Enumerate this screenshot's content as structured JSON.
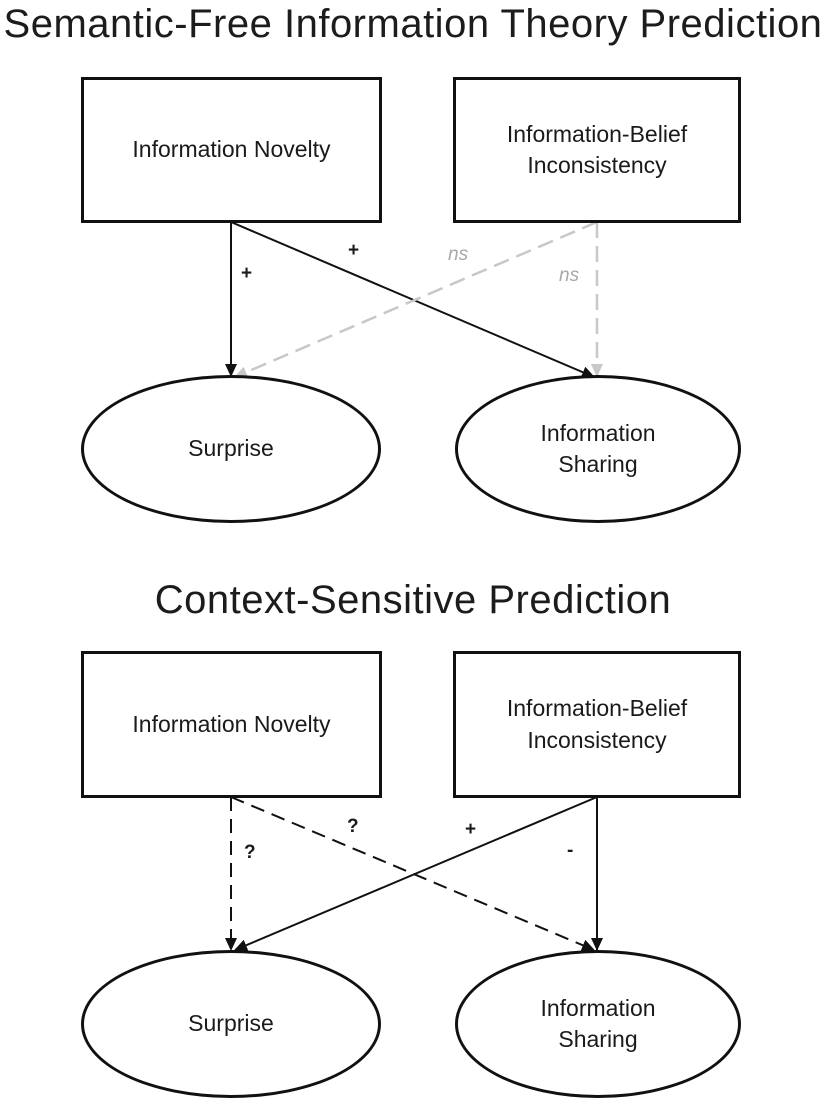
{
  "diagrams": [
    {
      "title": "Semantic-Free Information Theory Prediction",
      "nodes": {
        "novelty": "Information Novelty",
        "inconsistency": "Information-Belief Inconsistency",
        "surprise": "Surprise",
        "sharing": "Information Sharing"
      },
      "edges": [
        {
          "from": "Information Novelty",
          "to": "Surprise",
          "label": "+",
          "style": "solid"
        },
        {
          "from": "Information Novelty",
          "to": "Information Sharing",
          "label": "+",
          "style": "solid"
        },
        {
          "from": "Information-Belief Inconsistency",
          "to": "Surprise",
          "label": "ns",
          "style": "dashed-grey"
        },
        {
          "from": "Information-Belief Inconsistency",
          "to": "Information Sharing",
          "label": "ns",
          "style": "dashed-grey"
        }
      ]
    },
    {
      "title": "Context-Sensitive Prediction",
      "nodes": {
        "novelty": "Information Novelty",
        "inconsistency": "Information-Belief Inconsistency",
        "surprise": "Surprise",
        "sharing": "Information Sharing"
      },
      "edges": [
        {
          "from": "Information Novelty",
          "to": "Surprise",
          "label": "?",
          "style": "dashed"
        },
        {
          "from": "Information Novelty",
          "to": "Information Sharing",
          "label": "?",
          "style": "dashed"
        },
        {
          "from": "Information-Belief Inconsistency",
          "to": "Surprise",
          "label": "+",
          "style": "solid"
        },
        {
          "from": "Information-Belief Inconsistency",
          "to": "Information Sharing",
          "label": "-",
          "style": "solid"
        }
      ]
    }
  ],
  "colors": {
    "ink": "#111111",
    "ns_grey": "#c8c8c8",
    "label_grey": "#a8a8a8"
  }
}
